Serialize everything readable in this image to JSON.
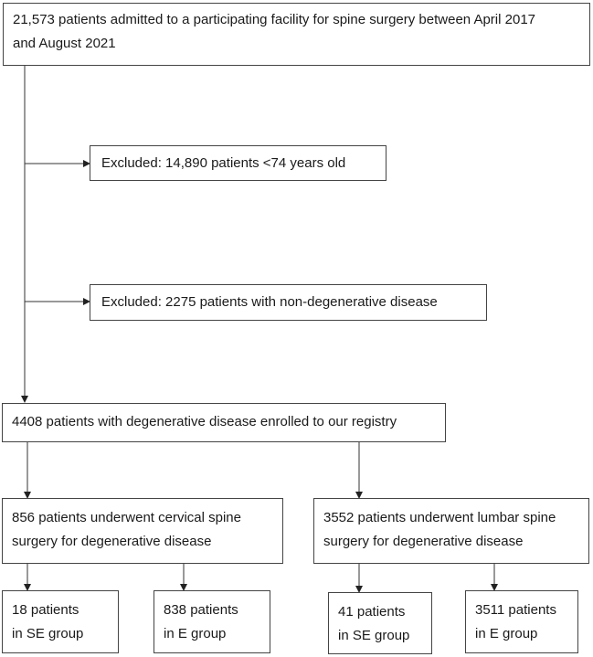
{
  "flow": {
    "total": {
      "line1": "21,573 patients admitted to a participating facility for spine surgery between April 2017",
      "line2": "and August 2021"
    },
    "excluded_age": "Excluded: 14,890 patients <74 years old",
    "excluded_disease": "Excluded: 2275 patients with non-degenerative disease",
    "enrolled": "4408 patients with degenerative disease enrolled to our registry",
    "cervical": {
      "line1": "856 patients underwent cervical spine",
      "line2": "surgery for degenerative disease"
    },
    "lumbar": {
      "line1": "3552 patients underwent lumbar spine",
      "line2": "surgery for degenerative disease"
    },
    "cervical_se": {
      "line1": "18 patients",
      "line2": "in SE group"
    },
    "cervical_e": {
      "line1": "838 patients",
      "line2": "in E group"
    },
    "lumbar_se": {
      "line1": "41 patients",
      "line2": "in SE group"
    },
    "lumbar_e": {
      "line1": "3511 patients",
      "line2": "in E group"
    }
  }
}
